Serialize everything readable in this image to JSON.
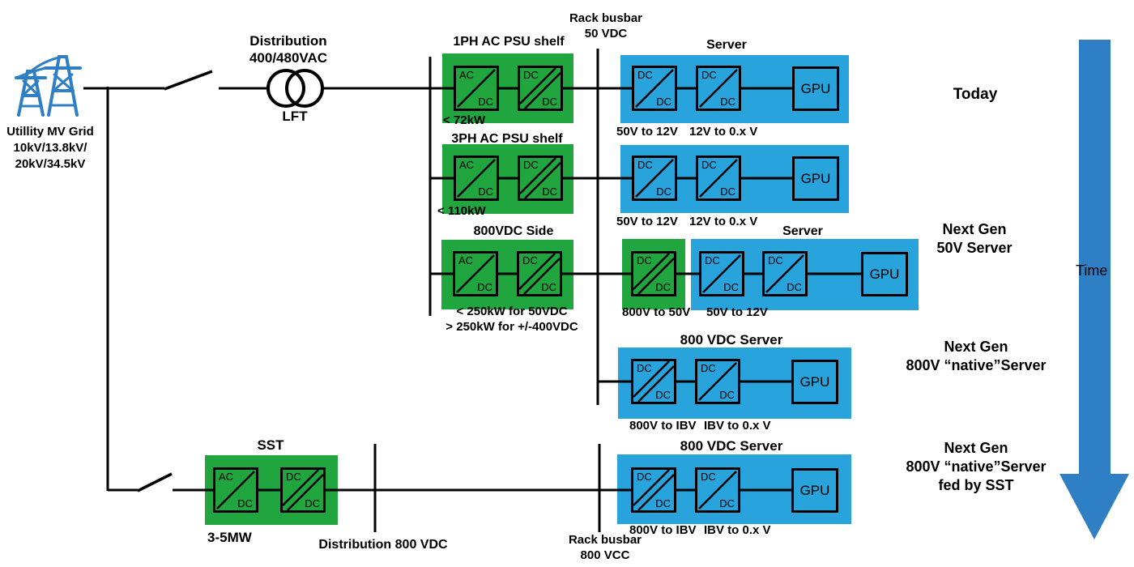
{
  "colors": {
    "green": "#21a53e",
    "blue": "#29a3dc",
    "accent_blue": "#2e7fc4",
    "line": "#000000"
  },
  "glyphs": {
    "ac": "AC",
    "dc": "DC",
    "gpu": "GPU"
  },
  "source": {
    "name": "Utillity MV Grid",
    "voltages1": "10kV/13.8kV/",
    "voltages2": "20kV/34.5kV"
  },
  "distribution_ac": {
    "line1": "Distribution",
    "line2": "400/480VAC",
    "transformer": "LFT"
  },
  "rack_busbar_50": {
    "line1": "Rack busbar",
    "line2": "50 VDC"
  },
  "row1": {
    "shelf_title": "1PH AC PSU shelf",
    "rating": "< 72kW",
    "server_title": "Server",
    "stage1": "50V to 12V",
    "stage2": "12V to 0.x V"
  },
  "row2": {
    "shelf_title": "3PH AC PSU shelf",
    "rating": "< 110kW",
    "stage1": "50V to 12V",
    "stage2": "12V to 0.x V"
  },
  "row3": {
    "shelf_title": "800VDC Side",
    "rating1": "< 250kW for 50VDC",
    "rating2": "> 250kW for +/-400VDC",
    "converter_label": "800V to 50V",
    "server_title": "Server",
    "stage1": "50V to 12V"
  },
  "row4": {
    "server_title": "800 VDC Server",
    "stage1": "800V to IBV",
    "stage2": "IBV to 0.x V"
  },
  "row5": {
    "server_title": "800 VDC Server",
    "stage1": "800V to IBV",
    "stage2": "IBV to 0.x V"
  },
  "sst": {
    "title": "SST",
    "rating": "3-5MW"
  },
  "distribution_dc": {
    "label": "Distribution 800 VDC"
  },
  "rack_busbar_800": {
    "line1": "Rack busbar",
    "line2": "800 VCC"
  },
  "timeline": {
    "today": "Today",
    "gen50_line1": "Next Gen",
    "gen50_line2": "50V Server",
    "gen800_line1": "Next Gen",
    "gen800_line2": "800V “native”Server",
    "gen800sst_line1": "Next Gen",
    "gen800sst_line2": "800V “native”Server",
    "gen800sst_line3": "fed by SST",
    "axis": "Time"
  }
}
